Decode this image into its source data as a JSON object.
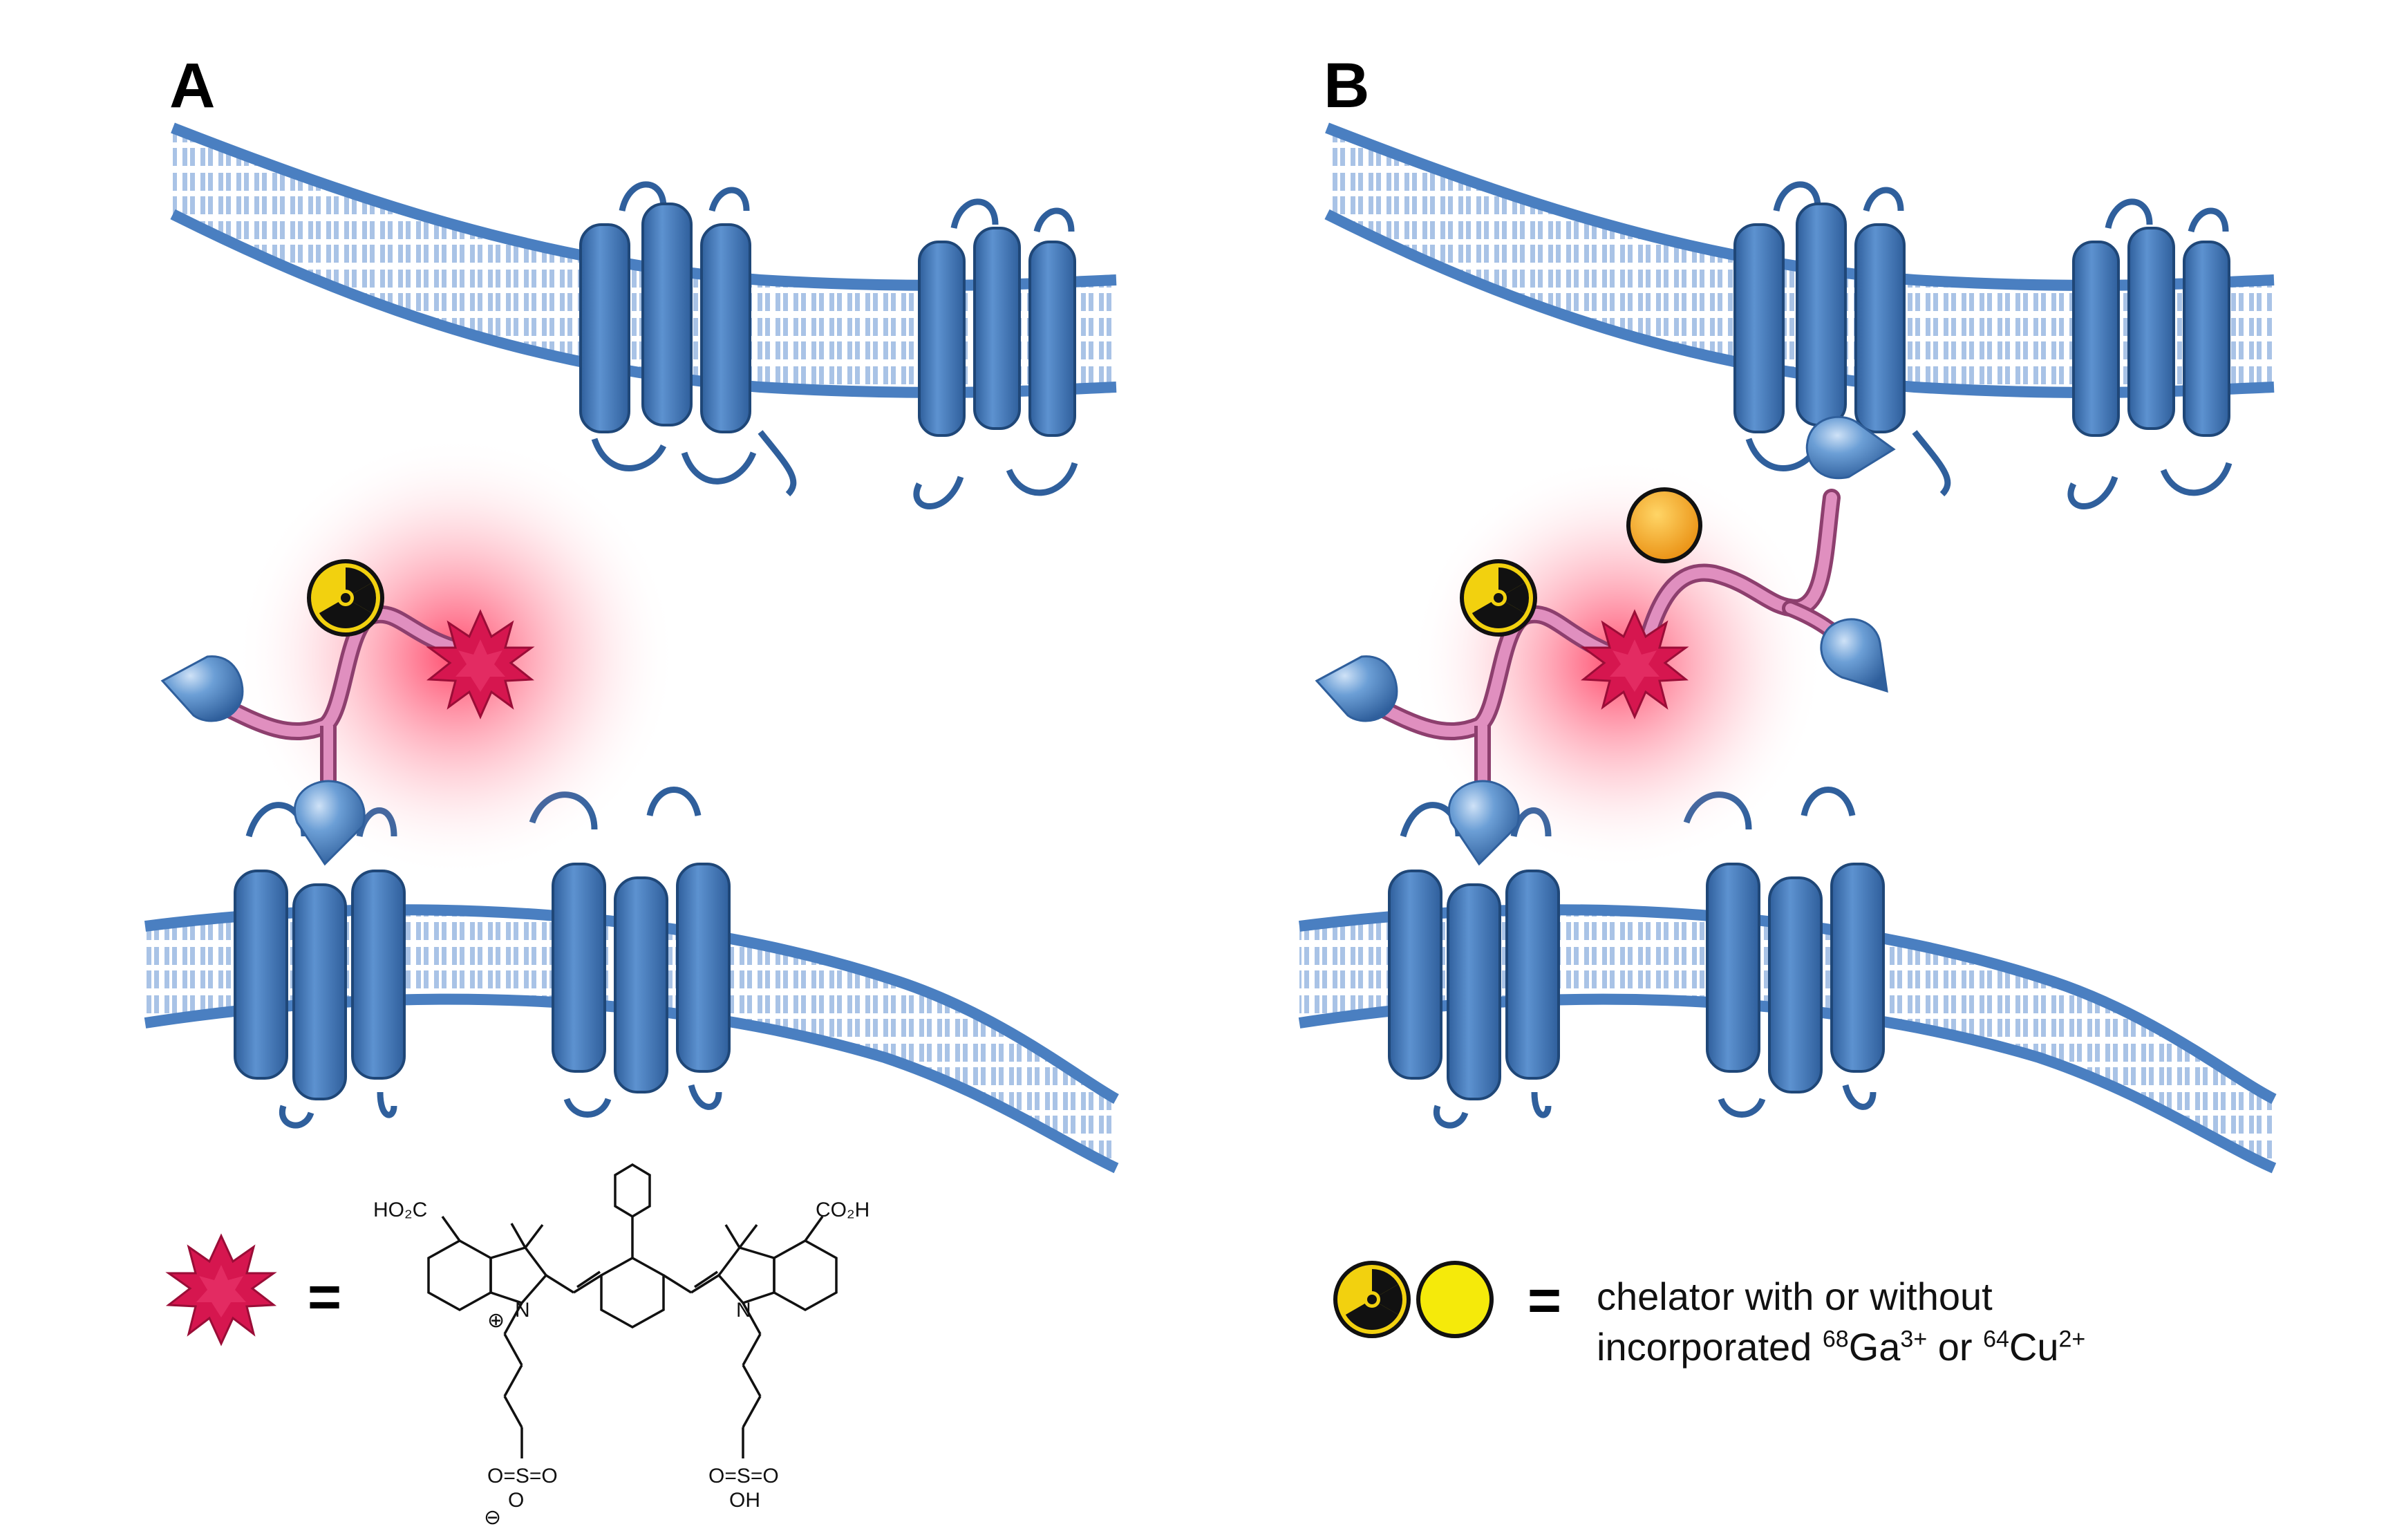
{
  "panels": [
    {
      "label": "A"
    },
    {
      "label": "B"
    }
  ],
  "legend_a": {
    "equals": "=",
    "dye_labels": {
      "acid_left": "HO₂C",
      "acid_right": "CO₂H",
      "n_left": "N",
      "n_right": "N",
      "charge_plus": "⊕",
      "charge_minus": "⊖",
      "sulfonate_left": "O=S=O",
      "sulfonate_left_o": "O",
      "sulfonate_right": "O=S=O",
      "sulfonate_right_oh": "OH"
    }
  },
  "legend_b": {
    "equals": "=",
    "line1": "chelator with or without",
    "line2_prefix": "incorporated ",
    "ga_mass": "68",
    "ga_symbol": "Ga",
    "ga_charge": "3+",
    "joiner": " or ",
    "cu_mass": "64",
    "cu_symbol": "Cu",
    "cu_charge": "2+"
  },
  "colors": {
    "membrane": "#4a7fc1",
    "lipid": "#a9c3e6",
    "receptor": "#4577b8",
    "linker": "#d97fb4",
    "dye": "#d6164f",
    "glow": "#ff3355",
    "chelator_yellow": "#f2d10f",
    "chelator_orange": "#f3a51c"
  },
  "icons": [
    "radioactive-icon",
    "fluorescent-dye-icon",
    "chelator-circle-icon",
    "targeting-ligand-icon"
  ]
}
